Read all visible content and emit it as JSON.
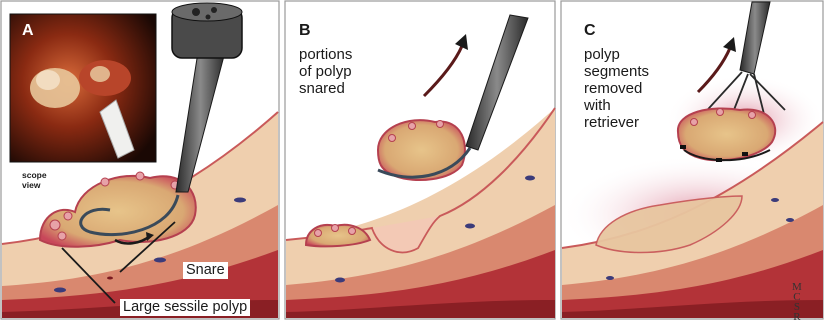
{
  "panels": [
    {
      "letter": "A",
      "inset_caption": "scope\nview",
      "labels": {
        "snare": "Snare",
        "polyp": "Large sessile polyp"
      }
    },
    {
      "letter": "B",
      "caption": "portions\nof polyp\nsnared"
    },
    {
      "letter": "C",
      "caption": "polyp\nsegments\nremoved\nwith\nretriever"
    }
  ],
  "watermark": "M\nC\nS\nR"
}
